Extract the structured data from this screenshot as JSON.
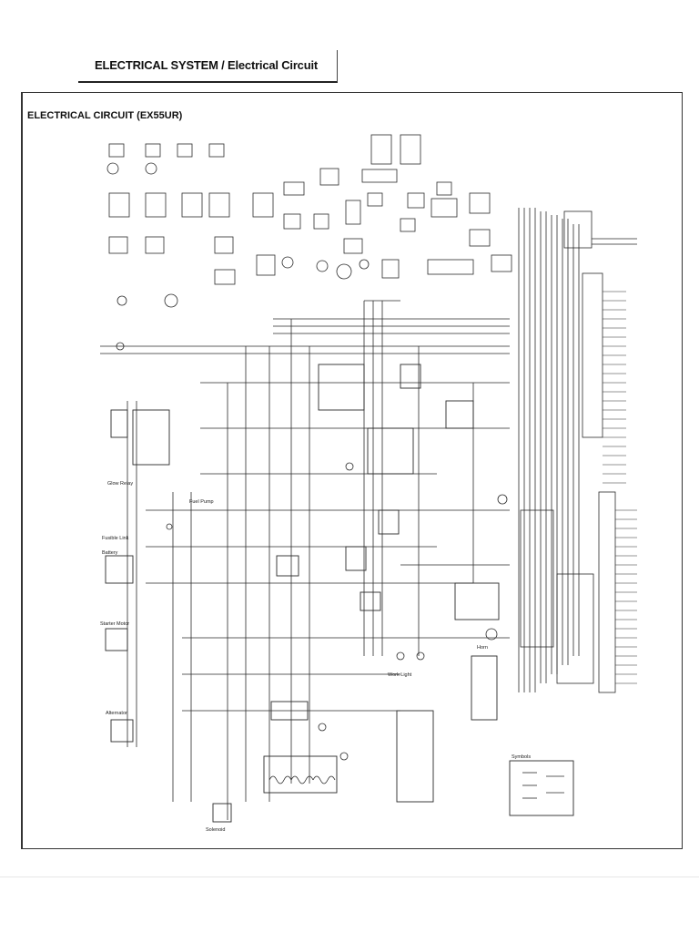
{
  "header": {
    "section_title": "ELECTRICAL SYSTEM / Electrical Circuit"
  },
  "diagram": {
    "title": "ELECTRICAL CIRCUIT (EX55UR)",
    "labels": {
      "glow_relay": "Glow Relay",
      "fusible_link": "Fusible Link",
      "battery": "Battery",
      "starter_motor": "Starter Motor",
      "alternator": "Alternator",
      "solenoid": "Solenoid",
      "fuel_pump": "Fuel Pump",
      "work_light": "Work Light",
      "horn": "Horn",
      "symbols": "Symbols"
    }
  },
  "colors": {
    "line": "#2a2a2a",
    "frame": "#333333",
    "background": "#ffffff"
  }
}
